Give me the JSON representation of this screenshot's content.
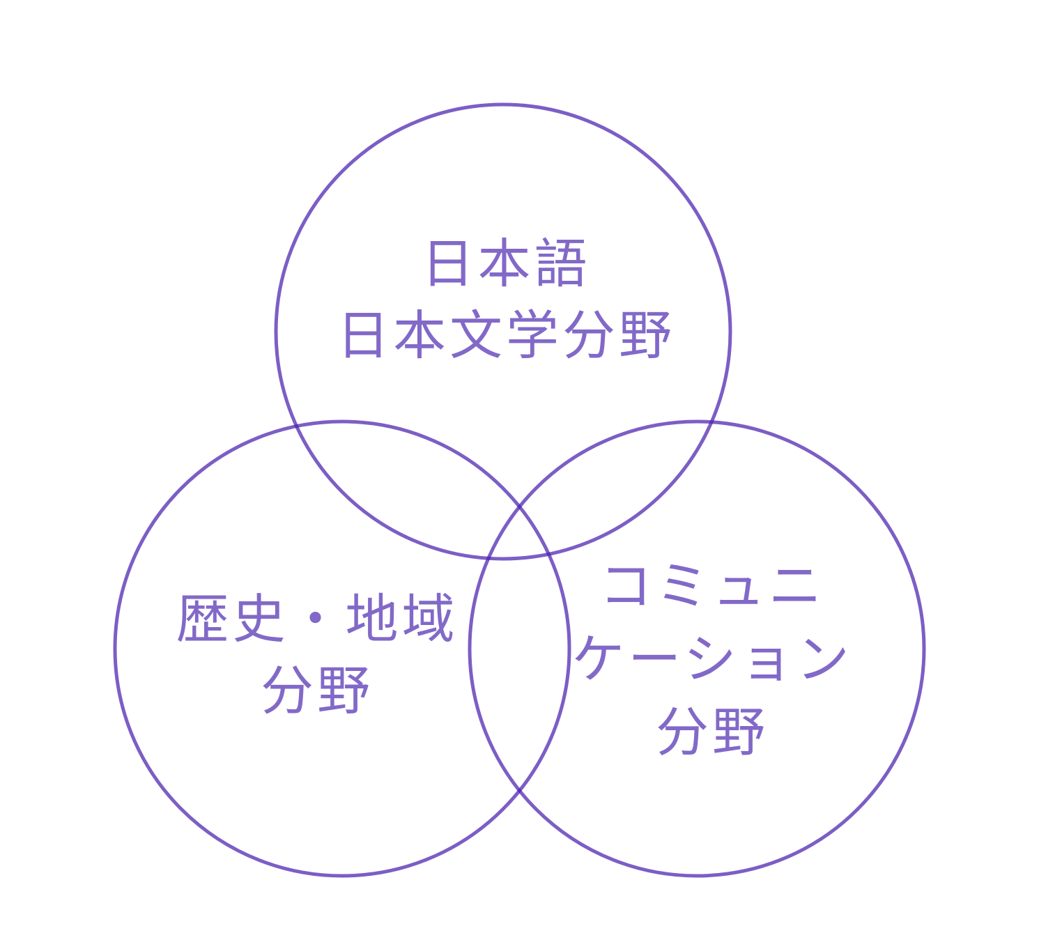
{
  "venn": {
    "background_color": "#ffffff",
    "circle_stroke_color": "#4a20ae",
    "circle_stroke_opacity": "0.72",
    "label_color": "#8269c8",
    "circles": [
      {
        "name": "japanese-language-literature",
        "lines": [
          "日本語",
          "日本文学分野"
        ]
      },
      {
        "name": "history-region",
        "lines": [
          "歴史・地域",
          "分野"
        ]
      },
      {
        "name": "communication",
        "lines": [
          "コミュニ",
          "ケーション",
          "分野"
        ]
      }
    ]
  }
}
